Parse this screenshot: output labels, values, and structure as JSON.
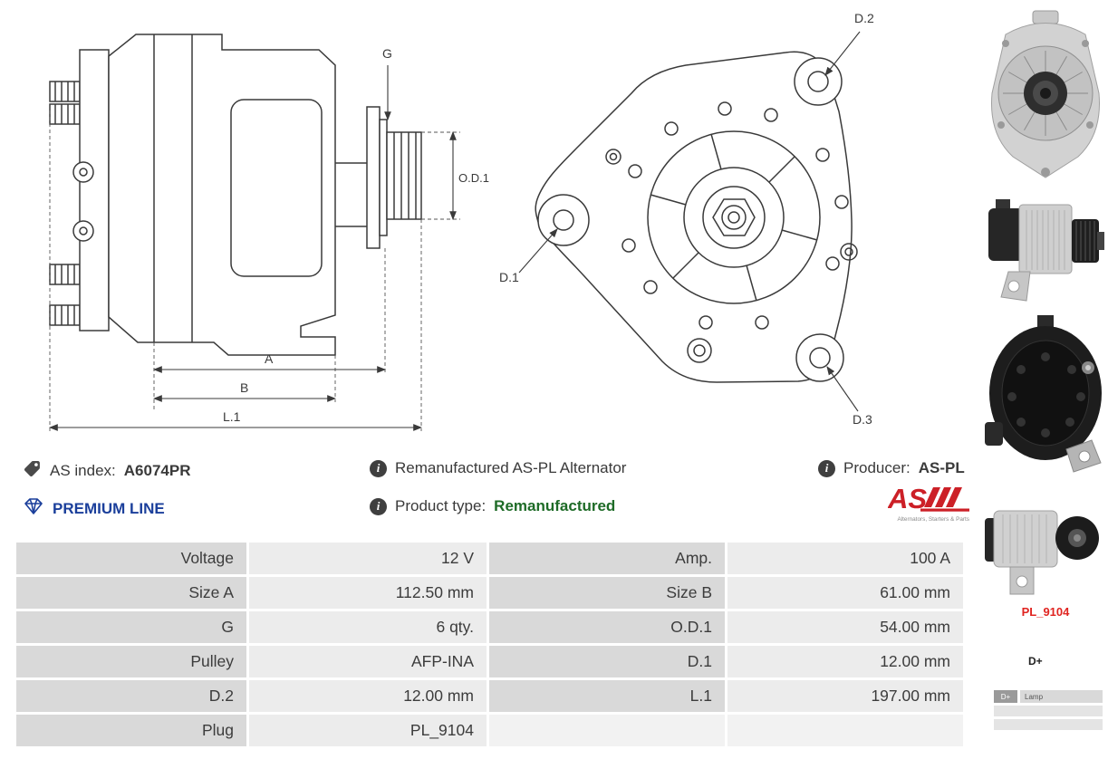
{
  "side_view": {
    "labels": {
      "g": "G",
      "od1": "O.D.1",
      "a": "A",
      "b": "B",
      "l1": "L.1"
    }
  },
  "front_view": {
    "labels": {
      "d1": "D.1",
      "d2": "D.2",
      "d3": "D.3"
    }
  },
  "icons": {
    "info_glyph": "i"
  },
  "info": {
    "as_index": {
      "label": "AS index:",
      "value": "A6074PR"
    },
    "description": "Remanufactured AS-PL Alternator",
    "producer": {
      "label": "Producer:",
      "value": "AS-PL"
    },
    "premium_line": "PREMIUM LINE",
    "product_type": {
      "label": "Product type:",
      "value": "Remanufactured"
    },
    "logo": {
      "text": "AS",
      "tagline": "Alternators, Starters & Parts"
    }
  },
  "spec_table": {
    "rows": [
      [
        "Voltage",
        "12 V",
        "Amp.",
        "100 A"
      ],
      [
        "Size A",
        "112.50 mm",
        "Size B",
        "61.00 mm"
      ],
      [
        "G",
        "6 qty.",
        "O.D.1",
        "54.00 mm"
      ],
      [
        "Pulley",
        "AFP-INA",
        "D.1",
        "12.00 mm"
      ],
      [
        "D.2",
        "12.00 mm",
        "L.1",
        "197.00 mm"
      ],
      [
        "Plug",
        "PL_9104",
        "",
        ""
      ]
    ]
  },
  "sidebar": {
    "plug_code": "PL_9104",
    "terminal": "D+",
    "pinout": {
      "pin": "D+",
      "label": "Lamp"
    }
  },
  "colors": {
    "accent_red": "#cc2027",
    "premium_blue": "#1b3f9b",
    "type_green": "#1e6b27",
    "table_label_bg": "#d9d9d9",
    "table_value_bg": "#ececec"
  }
}
